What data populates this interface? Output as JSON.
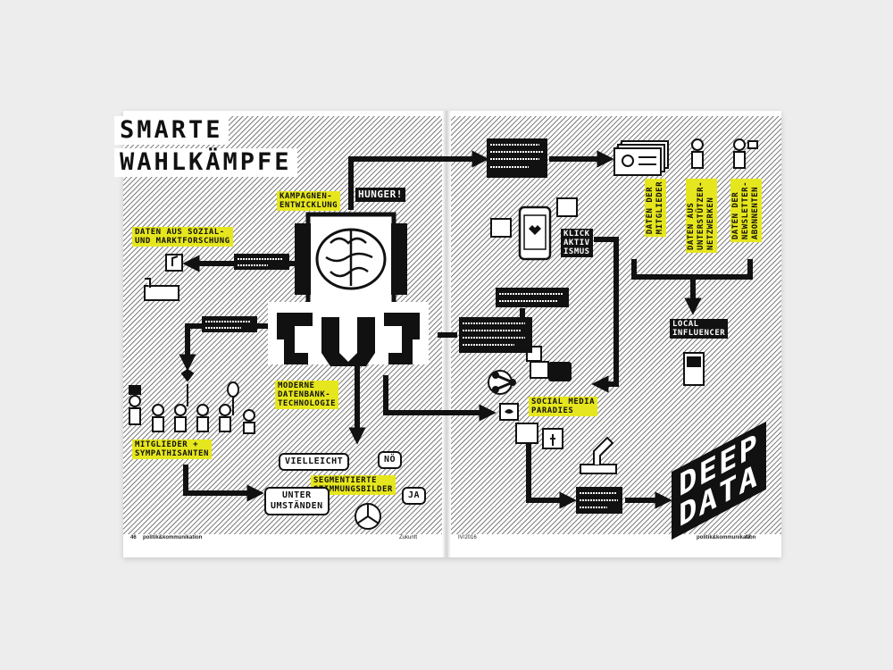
{
  "title": {
    "line1": "SMARTE",
    "line2": "WAHLKÄMPFE"
  },
  "labels": {
    "kampagnen": "KAMPAGNEN-\nENTWICKLUNG",
    "hunger": "HUNGER!",
    "sozial": "DATEN AUS SOZIAL-\nUND MARKTFORSCHUNG",
    "moderne": "MODERNE\nDATENBANK-\nTECHNOLOGIE",
    "mitglieder": "MITGLIEDER +\nSYMPATHISANTEN",
    "segmentierte": "SEGMENTIERTE\nSTIMMUNGSBILDER",
    "social_media": "SOCIAL MEDIA\nPARADIES",
    "local": "LOCAL\nINFLUENCER",
    "klick": "KLICK\nAKTIV\nISMUS",
    "deep": "DEEP\nDATA"
  },
  "bubbles": {
    "vielleicht": "VIELLEICHT",
    "noe": "NÖ",
    "ja": "JA",
    "unter": "UNTER\nUMSTÄNDEN"
  },
  "vertical_labels": {
    "v1": "DATEN DER\nMITGLIEDER",
    "v2": "DATEN AUS\nUNTERSTÜTZER-\nNETZWERKEN",
    "v3": "DATEN DER\nNEWSLETTER-\nABONNENTEN"
  },
  "footer": {
    "left_page": "46",
    "left_pub": "politik&kommunikation",
    "left_section": "Zukunft",
    "right_issue": "IV/2016",
    "right_pub": "politik&kommunikation",
    "right_page": "47"
  },
  "colors": {
    "accent": "#e6e61e",
    "ink": "#111111",
    "paper": "#ffffff"
  }
}
